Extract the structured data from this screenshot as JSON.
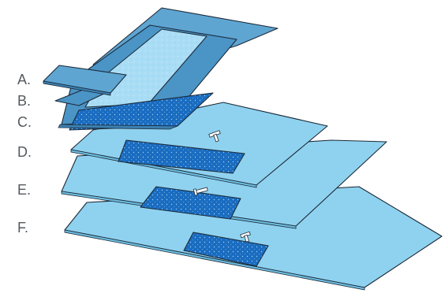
{
  "labels": {
    "a": "A.",
    "b": "B.",
    "c": "C.",
    "d": "D.",
    "e": "E.",
    "f": "F."
  },
  "colors": {
    "light_sheet": "#8fd2ef",
    "light_sheet_dark": "#6cbde0",
    "folded_blue": "#4b94c6",
    "folded_blue_dark": "#3b7fb0",
    "top_fold": "#5ea5d2",
    "speckle_light": "#a9ddf5",
    "mesh_blue": "#1a6cc0",
    "outline": "#1c2a38",
    "label_text": "#555a5f"
  },
  "icons": {
    "tab_marker": "tab-t-icon"
  }
}
